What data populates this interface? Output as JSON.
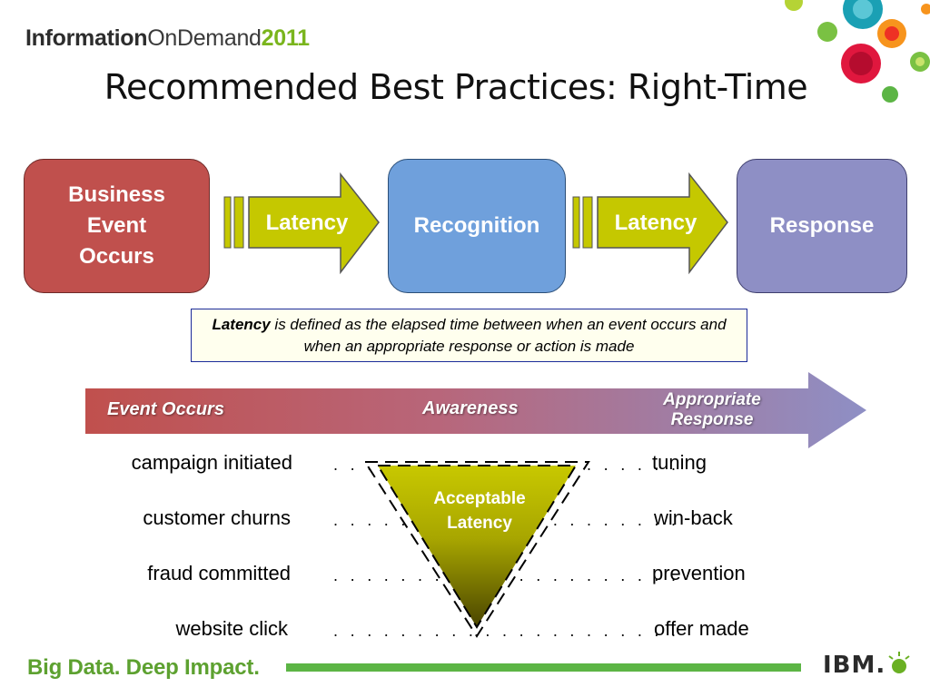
{
  "header": {
    "brand_part1": "Information",
    "brand_part2": "OnDemand",
    "brand_part3": "2011",
    "title": "Recommended Best Practices:  Right-Time"
  },
  "process": {
    "box1": "Business Event Occurs",
    "arrow1": "Latency",
    "box2": "Recognition",
    "arrow2": "Latency",
    "box3": "Response"
  },
  "definition": {
    "term": "Latency",
    "text": " is defined as the elapsed time between when an event occurs and when an appropriate response or action is made"
  },
  "timeline": {
    "start": "Event Occurs",
    "middle": "Awareness",
    "end": "Appropriate Response"
  },
  "funnel_label": "Acceptable Latency",
  "rows": [
    {
      "event": "campaign initiated",
      "dots": ". . . . . . . . . . . . . . . . . . . . .",
      "response": "tuning"
    },
    {
      "event": "customer churns",
      "dots": ". . . . . . . . . . . . . . . . . . . . .",
      "response": "win-back"
    },
    {
      "event": "fraud committed",
      "dots": ". . . . . . . . . . . . . . . . . . . . .",
      "response": "prevention"
    },
    {
      "event": "website click",
      "dots": ". . . . . . . . . . . . . . . . . . . . .",
      "response": "offer made"
    }
  ],
  "footer": {
    "tagline": "Big Data. Deep Impact.",
    "logo": "IBM."
  },
  "colors": {
    "box1": "#c0504d",
    "box2": "#6fa0dc",
    "box3": "#8e8fc5",
    "latency_arrow": "#c5c800",
    "definition_border": "#1b2b9a",
    "brand_green": "#5cb545"
  }
}
